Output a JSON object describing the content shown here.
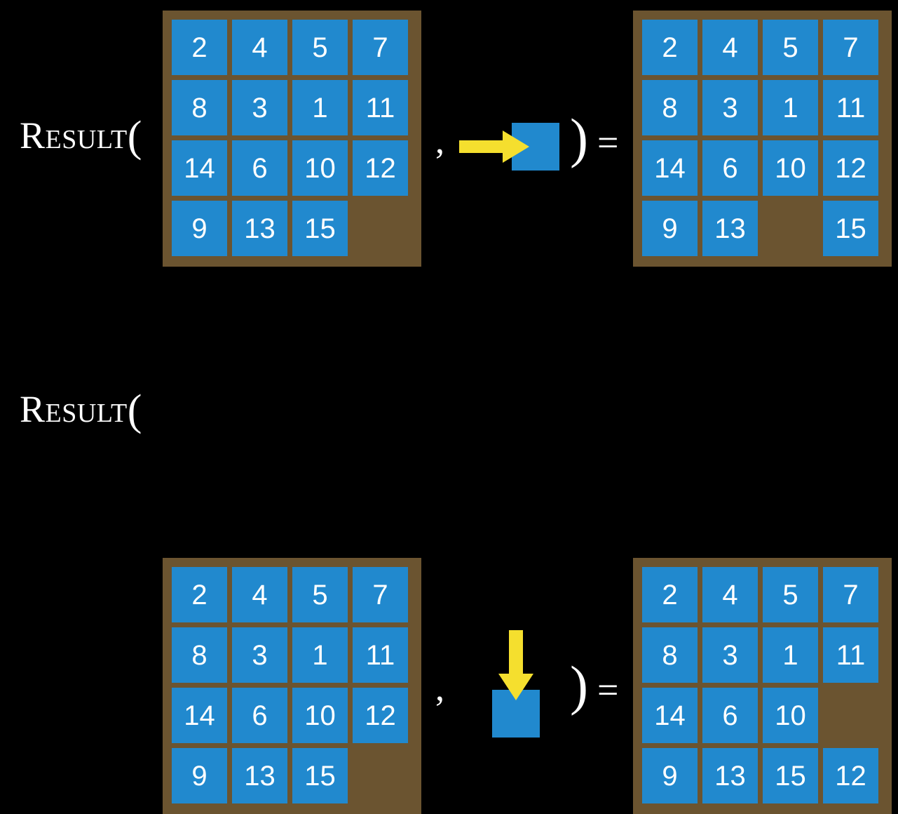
{
  "background_color": "#000000",
  "colors": {
    "tile": "#2189ce",
    "board_frame": "#6b5430",
    "arrow": "#f5df2e",
    "text": "#ffffff"
  },
  "syntax": {
    "function_name": "Result",
    "open_paren": "(",
    "close_paren": ")",
    "comma": ",",
    "equals": "="
  },
  "board_spec": {
    "rows": 4,
    "cols": 4,
    "empty_marker": ""
  },
  "equations": [
    {
      "id": "equation-slide-right",
      "label": "Result",
      "input_board": {
        "name": "input-board-row-1",
        "grid": [
          [
            "2",
            "4",
            "5",
            "7"
          ],
          [
            "8",
            "3",
            "1",
            "11"
          ],
          [
            "14",
            "6",
            "10",
            "12"
          ],
          [
            "9",
            "13",
            "15",
            ""
          ]
        ]
      },
      "move": {
        "name": "move-right",
        "arrow_direction": "right",
        "icon": "arrow-right-into-tile-icon"
      },
      "output_board": {
        "name": "output-board-row-1",
        "grid": [
          [
            "2",
            "4",
            "5",
            "7"
          ],
          [
            "8",
            "3",
            "1",
            "11"
          ],
          [
            "14",
            "6",
            "10",
            "12"
          ],
          [
            "9",
            "13",
            "",
            "15"
          ]
        ]
      }
    },
    {
      "id": "equation-slide-down",
      "label": "Result",
      "input_board": {
        "name": "input-board-row-2",
        "grid": [
          [
            "2",
            "4",
            "5",
            "7"
          ],
          [
            "8",
            "3",
            "1",
            "11"
          ],
          [
            "14",
            "6",
            "10",
            "12"
          ],
          [
            "9",
            "13",
            "15",
            ""
          ]
        ]
      },
      "move": {
        "name": "move-down",
        "arrow_direction": "down",
        "icon": "arrow-down-into-tile-icon"
      },
      "output_board": {
        "name": "output-board-row-2",
        "grid": [
          [
            "2",
            "4",
            "5",
            "7"
          ],
          [
            "8",
            "3",
            "1",
            "11"
          ],
          [
            "14",
            "6",
            "10",
            ""
          ],
          [
            "9",
            "13",
            "15",
            "12"
          ]
        ]
      }
    }
  ]
}
